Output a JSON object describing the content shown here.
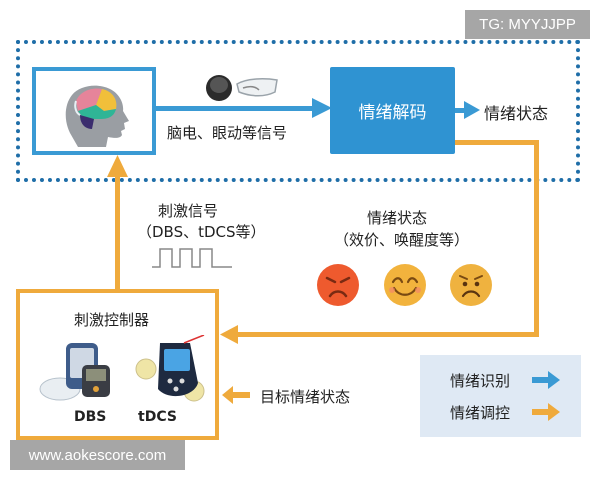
{
  "watermarks": {
    "top_right": "TG: MYYJJPP",
    "bottom_left": "www.aokescore.com"
  },
  "recognition": {
    "signal_label": "脑电、眼动等信号",
    "decode_box_label": "情绪解码",
    "output_label": "情绪状态"
  },
  "stimulation_signal": {
    "title": "刺激信号",
    "subtitle": "（DBS、tDCS等）"
  },
  "emotion_state": {
    "title": "情绪状态",
    "subtitle": "（效价、唤醒度等）",
    "faces": [
      "angry",
      "happy",
      "worried"
    ]
  },
  "controller": {
    "title": "刺激控制器",
    "devices": [
      "DBS",
      "tDCS"
    ]
  },
  "target_label": "目标情绪状态",
  "legend": {
    "items": [
      {
        "label": "情绪识别",
        "color": "#3a9ad4"
      },
      {
        "label": "情绪调控",
        "color": "#efaa3c"
      }
    ]
  },
  "colors": {
    "blue": "#3a9ad4",
    "orange": "#efaa3c",
    "dotted_border": "#1f6ea8",
    "decode_fill": "#2f93d2"
  }
}
